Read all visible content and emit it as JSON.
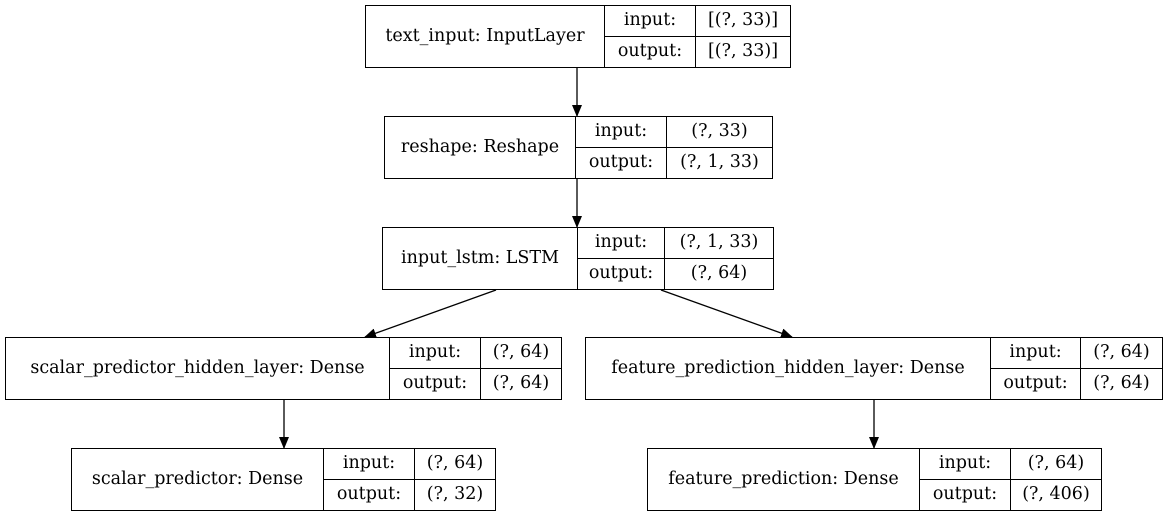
{
  "labels": {
    "input": "input:",
    "output": "output:"
  },
  "nodes": {
    "text_input": {
      "name": "text_input: InputLayer",
      "input": "[(?, 33)]",
      "output": "[(?, 33)]"
    },
    "reshape": {
      "name": "reshape: Reshape",
      "input": "(?, 33)",
      "output": "(?, 1, 33)"
    },
    "input_lstm": {
      "name": "input_lstm: LSTM",
      "input": "(?, 1, 33)",
      "output": "(?, 64)"
    },
    "scalar_predictor_hidden_layer": {
      "name": "scalar_predictor_hidden_layer: Dense",
      "input": "(?, 64)",
      "output": "(?, 64)"
    },
    "feature_prediction_hidden_layer": {
      "name": "feature_prediction_hidden_layer: Dense",
      "input": "(?, 64)",
      "output": "(?, 64)"
    },
    "scalar_predictor": {
      "name": "scalar_predictor: Dense",
      "input": "(?, 64)",
      "output": "(?, 32)"
    },
    "feature_prediction": {
      "name": "feature_prediction: Dense",
      "input": "(?, 64)",
      "output": "(?, 406)"
    }
  },
  "edges": [
    {
      "from": "text_input",
      "to": "reshape"
    },
    {
      "from": "reshape",
      "to": "input_lstm"
    },
    {
      "from": "input_lstm",
      "to": "scalar_predictor_hidden_layer"
    },
    {
      "from": "input_lstm",
      "to": "feature_prediction_hidden_layer"
    },
    {
      "from": "scalar_predictor_hidden_layer",
      "to": "scalar_predictor"
    },
    {
      "from": "feature_prediction_hidden_layer",
      "to": "feature_prediction"
    }
  ]
}
